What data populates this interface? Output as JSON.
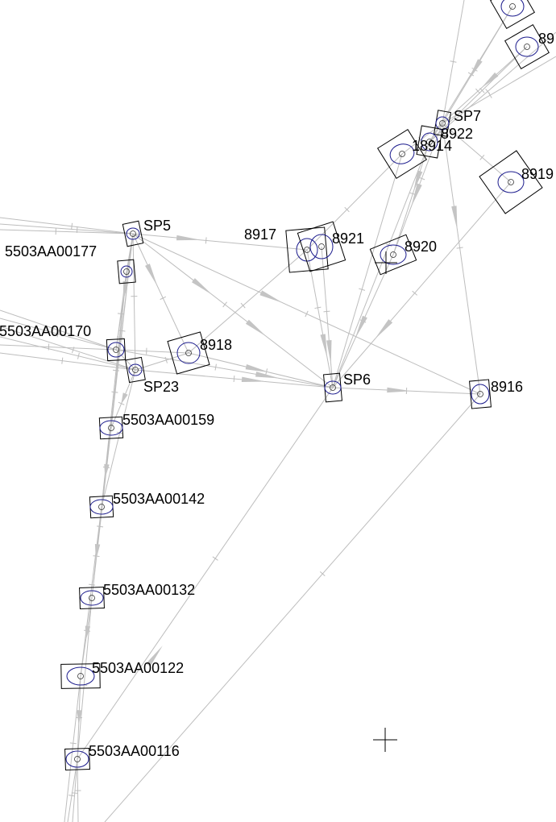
{
  "colors": {
    "observation_line": "#bdbdbd",
    "arrow": "#c4c4c4",
    "error_box": "#000000",
    "error_ellipse": "#1a1a8c",
    "label": "#000000"
  },
  "points": [
    {
      "id": "SP5",
      "label": "SP5"
    },
    {
      "id": "5503AA00177",
      "label": "5503AA00177"
    },
    {
      "id": "5503AA00170",
      "label": "5503AA00170"
    },
    {
      "id": "SP23",
      "label": "SP23"
    },
    {
      "id": "8918",
      "label": "8918"
    },
    {
      "id": "8917",
      "label": "8917"
    },
    {
      "id": "8921",
      "label": "8921"
    },
    {
      "id": "8920",
      "label": "8920"
    },
    {
      "id": "SP6",
      "label": "SP6"
    },
    {
      "id": "8916",
      "label": "8916"
    },
    {
      "id": "SP7",
      "label": "SP7"
    },
    {
      "id": "8922",
      "label": "8922"
    },
    {
      "id": "18914",
      "label": "18914"
    },
    {
      "id": "8919",
      "label": "8919"
    },
    {
      "id": "89top",
      "label": "89"
    },
    {
      "id": "top",
      "label": "89"
    },
    {
      "id": "5503AA00159",
      "label": "5503AA00159"
    },
    {
      "id": "5503AA00142",
      "label": "5503AA00142"
    },
    {
      "id": "5503AA00132",
      "label": "5503AA00132"
    },
    {
      "id": "5503AA00122",
      "label": "5503AA00122"
    },
    {
      "id": "5503AA00116",
      "label": "5503AA00116"
    }
  ]
}
